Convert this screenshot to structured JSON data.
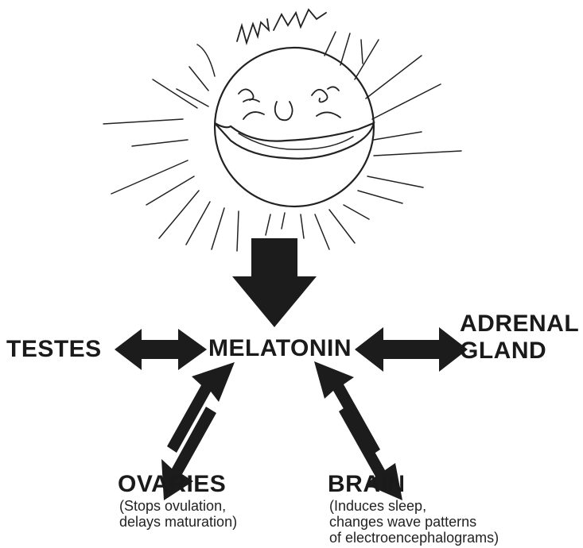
{
  "nodes": {
    "center": {
      "label": "MELATONIN"
    },
    "testes": {
      "label": "TESTES"
    },
    "adrenal": {
      "label_line1": "ADRENAL",
      "label_line2": "GLAND"
    },
    "ovaries": {
      "label": "OVARIES",
      "note_line1": "(Stops ovulation,",
      "note_line2": "delays maturation)"
    },
    "brain": {
      "label": "BRAIN",
      "note_line1": "(Induces sleep,",
      "note_line2": "changes wave patterns",
      "note_line3": "of electroencephalograms)"
    }
  },
  "icons": {
    "sun": "smiling-sun-icon"
  },
  "colors": {
    "ink": "#1c1c1c",
    "background": "#ffffff"
  }
}
